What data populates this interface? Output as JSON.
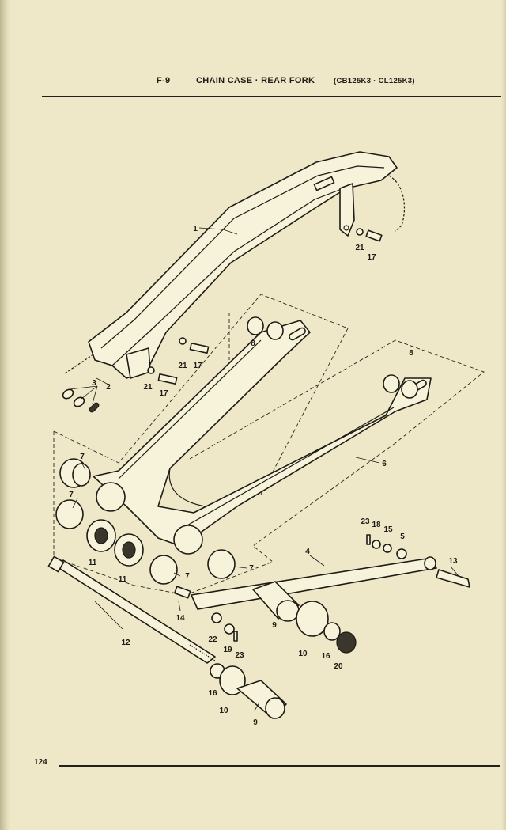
{
  "header": {
    "code": "F-9",
    "title": "CHAIN CASE · REAR FORK",
    "models": "(CB125K3 · CL125K3)"
  },
  "page_number": "124",
  "callouts": {
    "c1": "1",
    "c2": "2",
    "c3": "3",
    "c4": "4",
    "c5": "5",
    "c6": "6",
    "c7a": "7",
    "c7b": "7",
    "c7c": "7",
    "c7d": "7",
    "c8a": "8",
    "c8b": "8",
    "c9a": "9",
    "c9b": "9",
    "c10a": "10",
    "c10b": "10",
    "c11a": "11",
    "c11b": "11",
    "c12": "12",
    "c13": "13",
    "c14": "14",
    "c15": "15",
    "c16a": "16",
    "c16b": "16",
    "c17a": "17",
    "c17b": "17",
    "c17c": "17",
    "c18": "18",
    "c19": "19",
    "c20": "20",
    "c21a": "21",
    "c21b": "21",
    "c21c": "21",
    "c22": "22",
    "c23a": "23",
    "c23b": "23"
  }
}
